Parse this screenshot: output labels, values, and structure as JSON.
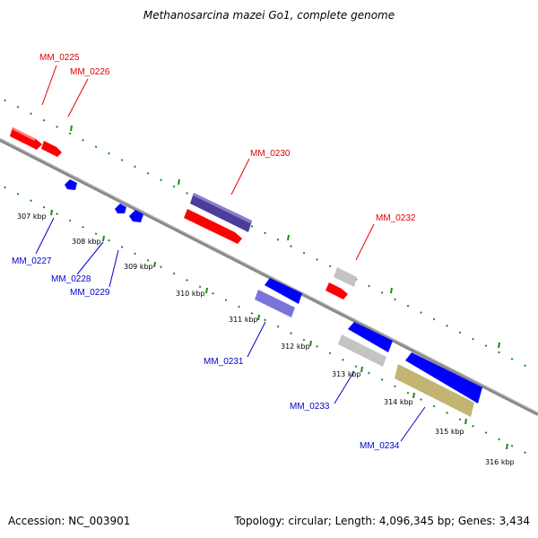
{
  "header": {
    "title": "Methanosarcina mazei Go1, complete genome"
  },
  "footer": {
    "accession": "Accession: NC_003901",
    "summary": "Topology: circular; Length: 4,096,345 bp; Genes: 3,434"
  },
  "colors": {
    "forward_label": "#e00000",
    "reverse_label": "#0000cc",
    "tick": "#1a8a1a",
    "backbone": "#8a8a8a",
    "gene_red": "#ff0000",
    "gene_blue": "#0000ff",
    "gene_indigo": "#4b3d9a",
    "gene_lavender": "#7b74d8",
    "gene_gray": "#c4c4c4",
    "gene_khaki": "#c2b473"
  },
  "scale": {
    "unit": "kbp",
    "ticks": [
      "307 kbp",
      "308 kbp",
      "309 kbp",
      "310 kbp",
      "311 kbp",
      "312 kbp",
      "313 kbp",
      "314 kbp",
      "315 kbp",
      "316 kbp"
    ]
  },
  "genes": [
    {
      "label": "MM_0225",
      "strand": "forward",
      "color": "red"
    },
    {
      "label": "MM_0226",
      "strand": "forward",
      "color": "red"
    },
    {
      "label": "MM_0227",
      "strand": "reverse",
      "color": "blue"
    },
    {
      "label": "MM_0228",
      "strand": "reverse",
      "color": "blue"
    },
    {
      "label": "MM_0229",
      "strand": "reverse",
      "color": "blue"
    },
    {
      "label": "MM_0230",
      "strand": "forward",
      "color": "red+indigo"
    },
    {
      "label": "MM_0231",
      "strand": "reverse",
      "color": "blue+lavender"
    },
    {
      "label": "MM_0232",
      "strand": "forward",
      "color": "red+gray"
    },
    {
      "label": "MM_0233",
      "strand": "reverse",
      "color": "blue+gray"
    },
    {
      "label": "MM_0234",
      "strand": "reverse",
      "color": "blue+khaki"
    }
  ]
}
